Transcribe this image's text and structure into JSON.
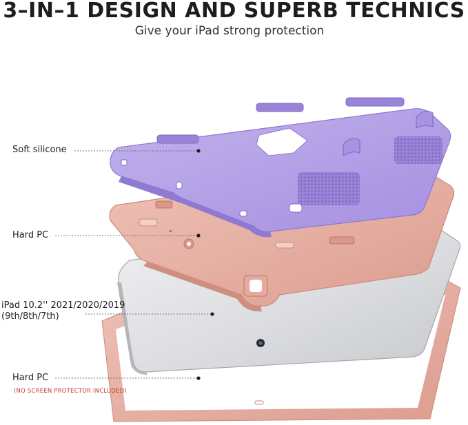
{
  "header": {
    "title": "3–IN–1 DESIGN AND SUPERB TECHNICS",
    "subtitle": "Give your iPad strong protection"
  },
  "layers": [
    {
      "label": "Soft silicone"
    },
    {
      "label": "Hard PC"
    },
    {
      "label": "iPad 10.2'' 2021/2020/2019",
      "label_line2": "(9th/8th/7th)"
    },
    {
      "label": "Hard PC",
      "note": "(NO SCREEN PROTECTOR INCLUDED)"
    }
  ],
  "colors": {
    "silicone": "#b3a0e6",
    "silicone_dark": "#9079d0",
    "pc_shell": "#e8b0a4",
    "pc_shell_dark": "#cf8f80",
    "ipad": "#d6d7d9",
    "ipad_edge": "#a5a7aa",
    "note": "#c0392b"
  }
}
